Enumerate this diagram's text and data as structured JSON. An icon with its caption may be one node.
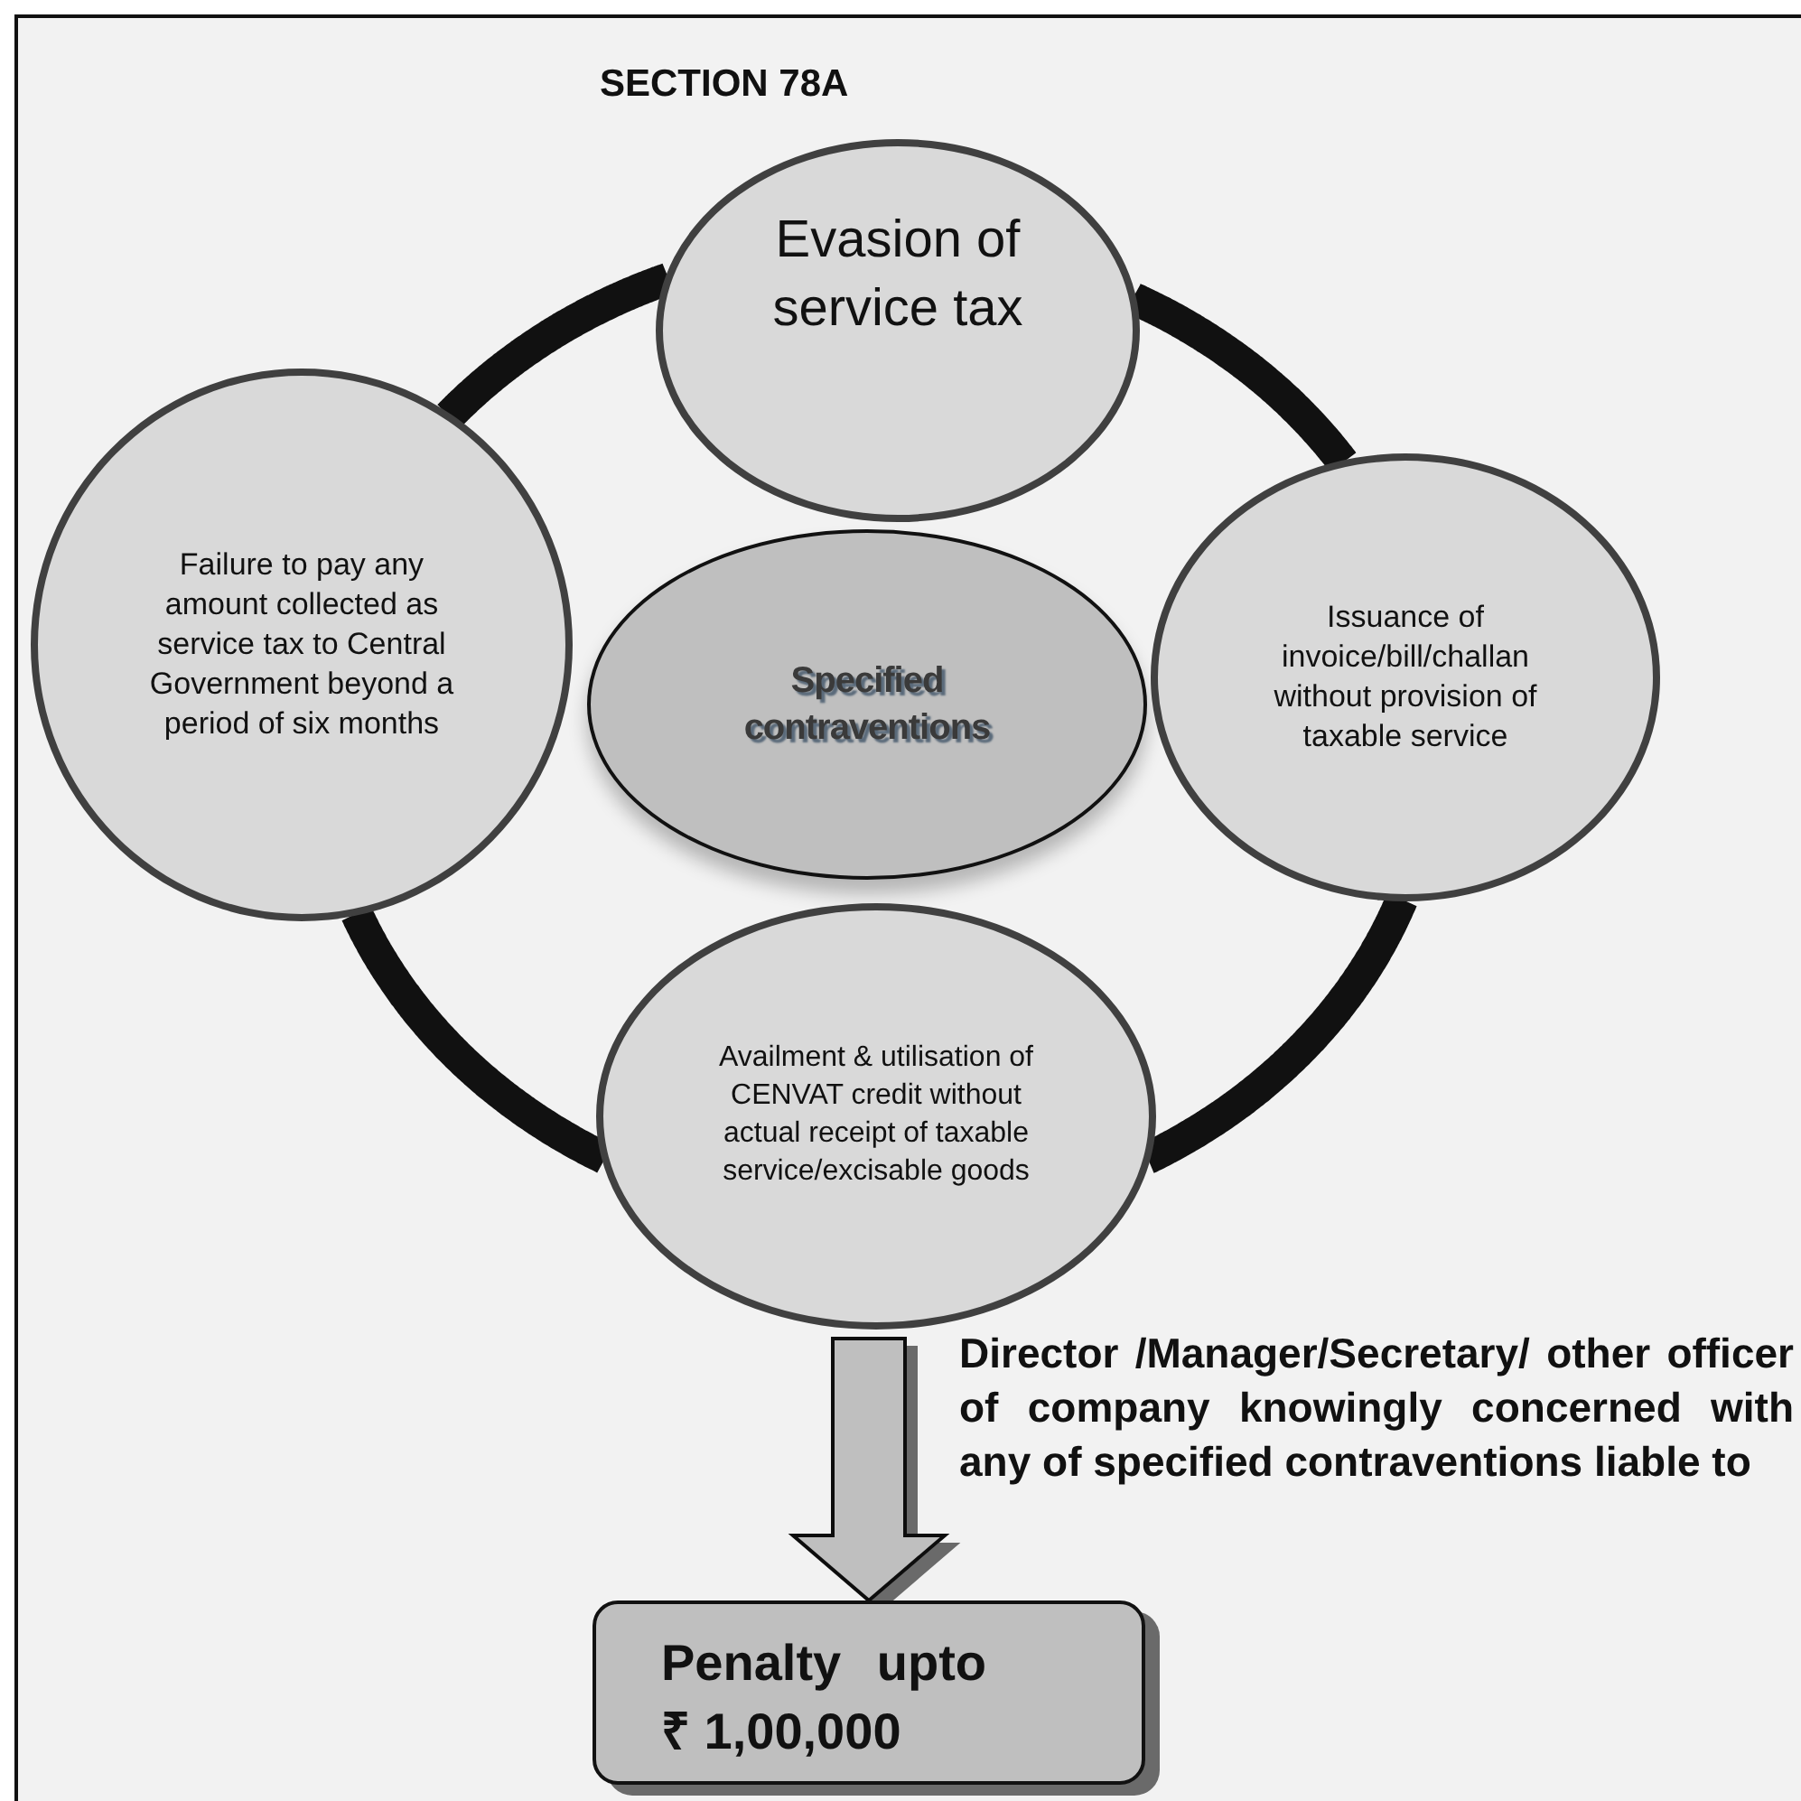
{
  "diagram": {
    "title": "SECTION 78A",
    "nodes": [
      {
        "text": [
          "Evasion of service tax"
        ]
      },
      {
        "text": [
          "Failure to pay any amount collected as service tax to Central Government beyond a period of six months"
        ]
      },
      {
        "text": [
          "Specified contraventions"
        ]
      },
      {
        "text": [
          "Issuance of invoice/bill/challan without provision of taxable service"
        ]
      },
      {
        "text": [
          "Availment & utilisation of CENVAT credit without actual receipt of taxable service/excisable goods"
        ]
      },
      {
        "text": [
          "Penalty upto ₹ 1,00,000"
        ]
      }
    ],
    "edges": [
      {
        "from": 0,
        "to": 3,
        "arrow": "none"
      },
      {
        "from": 3,
        "to": 4,
        "arrow": "none"
      },
      {
        "from": 4,
        "to": 1,
        "arrow": "none"
      },
      {
        "from": 1,
        "to": 0,
        "arrow": "none"
      },
      {
        "from": 4,
        "to": 5,
        "arrow": "to",
        "label": "Director /Manager/Secretary/ other officer of company knowingly concerned with any of specified contraventions liable to"
      }
    ]
  }
}
